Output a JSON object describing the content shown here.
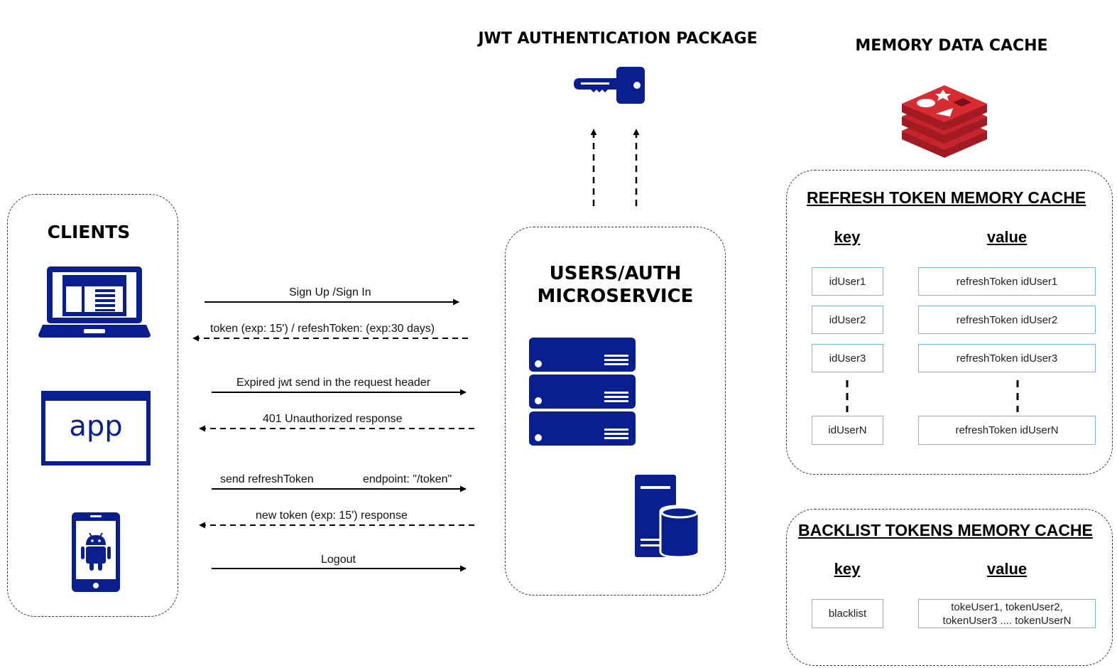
{
  "colors": {
    "navy": "#0a1f8f",
    "redis_red": "#c6232c",
    "cell_border": "#7fb6e0"
  },
  "clients": {
    "title": "CLIENTS",
    "icons": [
      "laptop-icon",
      "app-window-icon",
      "android-phone-icon"
    ],
    "app_label": "app"
  },
  "service": {
    "title_line1": "USERS/AUTH",
    "title_line2": "MICROSERVICE",
    "icons": [
      "server-stack-icon",
      "database-server-icon"
    ]
  },
  "jwt": {
    "title": "JWT AUTHENTICATION PACKAGE",
    "icon": "key-icon"
  },
  "cache": {
    "title": "MEMORY DATA CACHE",
    "icon": "redis-icon"
  },
  "messages": {
    "signup": "Sign Up /Sign In",
    "token": "token (exp: 15') / refeshToken: (exp:30 days)",
    "expired": "Expired jwt send in the request header",
    "unauthorized": "401 Unauthorized response",
    "send_refresh": "send refreshToken",
    "endpoint": "endpoint: \"/token\"",
    "new_token": "new token (exp: 15') response",
    "logout": "Logout"
  },
  "refresh_cache": {
    "title": "REFRESH TOKEN MEMORY CACHE",
    "key_header": "key",
    "value_header": "value",
    "rows": [
      {
        "key": "idUser1",
        "value": "refreshToken idUser1"
      },
      {
        "key": "idUser2",
        "value": "refreshToken idUser2"
      },
      {
        "key": "idUser3",
        "value": "refreshToken idUser3"
      },
      {
        "key": "idUserN",
        "value": "refreshToken idUserN"
      }
    ]
  },
  "blacklist_cache": {
    "title": "BACKLIST TOKENS MEMORY CACHE",
    "key_header": "key",
    "value_header": "value",
    "key": "blacklist",
    "value_line1": "tokeUser1, tokenUser2,",
    "value_line2": "tokenUser3 .... tokenUserN"
  }
}
